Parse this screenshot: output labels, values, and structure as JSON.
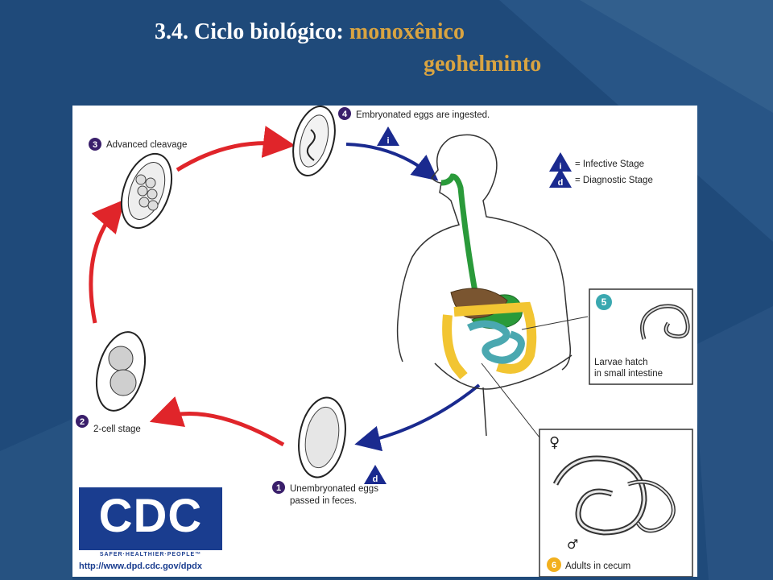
{
  "slide": {
    "title_prefix": "3.4. Ciclo biológico:",
    "title_accent_1": "monoxênico",
    "title_accent_2": "geohelminto",
    "colors": {
      "background": "#1f4a7a",
      "accent": "#d9a441",
      "arrow_red": "#e0252a",
      "arrow_blue": "#1a2a8f"
    }
  },
  "lifecycle": {
    "stages": [
      {
        "number": "1",
        "label_line1": "Unembryonated eggs",
        "label_line2": "passed in feces."
      },
      {
        "number": "2",
        "label_line1": "2-cell stage",
        "label_line2": ""
      },
      {
        "number": "3",
        "label_line1": "Advanced cleavage",
        "label_line2": ""
      },
      {
        "number": "4",
        "label_line1": "Embryonated eggs are ingested.",
        "label_line2": ""
      },
      {
        "number": "5",
        "label_line1": "Larvae hatch",
        "label_line2": "in small intestine"
      },
      {
        "number": "6",
        "label_line1": "Adults in cecum",
        "label_line2": ""
      }
    ],
    "legend": {
      "infective_symbol": "i",
      "infective_label": "= Infective Stage",
      "diagnostic_symbol": "d",
      "diagnostic_label": "= Diagnostic Stage"
    },
    "female_symbol": "♀",
    "male_symbol": "♂"
  },
  "logo": {
    "text": "CDC",
    "tagline": "SAFER·HEALTHIER·PEOPLE™",
    "url": "http://www.dpd.cdc.gov/dpdx"
  }
}
